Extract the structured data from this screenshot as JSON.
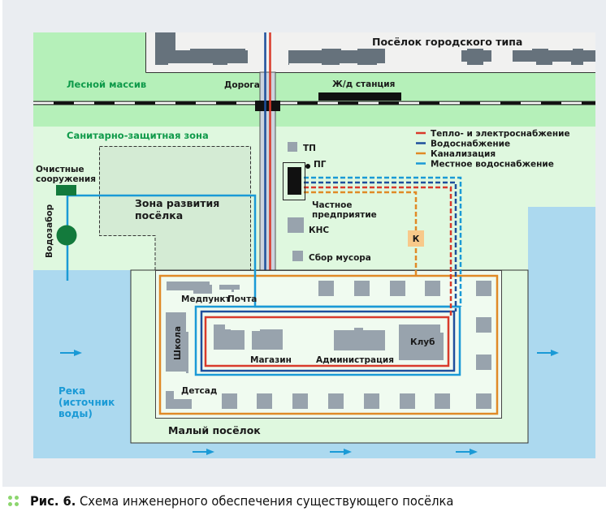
{
  "title": "Схема инженерного обеспечения существующего посёлка",
  "labels": {
    "town": "Посёлок городского типа",
    "forest": "Лесной массив",
    "road": "Дорога",
    "railway_station": "Ж/д станция",
    "sanitary_zone": "Санитарно-защитная зона",
    "treatment_line1": "Очистные",
    "treatment_line2": "сооружения",
    "water_intake": "Водозабор",
    "development_line1": "Зона развития",
    "development_line2": "посёлка",
    "tp": "ТП",
    "pg": "ПГ",
    "enterprise_line1": "Частное",
    "enterprise_line2": "предприятие",
    "kns": "КНС",
    "garbage": "Сбор мусора",
    "k_well": "К",
    "medpunkt": "Медпункт",
    "post": "Почта",
    "school": "Школа",
    "shop": "Магазин",
    "administration": "Администрация",
    "club": "Клуб",
    "kindergarten": "Детсад",
    "small_village": "Малый посёлок",
    "river_line1": "Река",
    "river_line2": "(источник",
    "river_line3": "воды)"
  },
  "legend": [
    {
      "label": "Тепло- и электроснабжение",
      "color": "#d93a2b"
    },
    {
      "label": "Водоснабжение",
      "color": "#1e4f9c"
    },
    {
      "label": "Канализация",
      "color": "#e08a26"
    },
    {
      "label": "Местное водоснабжение",
      "color": "#1a9ad6"
    }
  ],
  "colors": {
    "page_bg": "#eaedf1",
    "forest": "#b5f0b9",
    "sanitary": "#dff8df",
    "development": "#d4ebd4",
    "village_bg": "#f0fbf0",
    "water": "#acd9ef",
    "town_bg": "#f1f1f0",
    "building": "#66727c",
    "small_building": "#98a3ad",
    "facility_green": "#137a3c",
    "heat_power": "#d93a2b",
    "water_supply": "#1e4f9c",
    "sewerage": "#e08a26",
    "local_water": "#1a9ad6",
    "k_box": "#f8c98a"
  },
  "caption": {
    "number": "Рис. 6.",
    "text": "Схема инженерного обеспечения существующего посёлка"
  }
}
